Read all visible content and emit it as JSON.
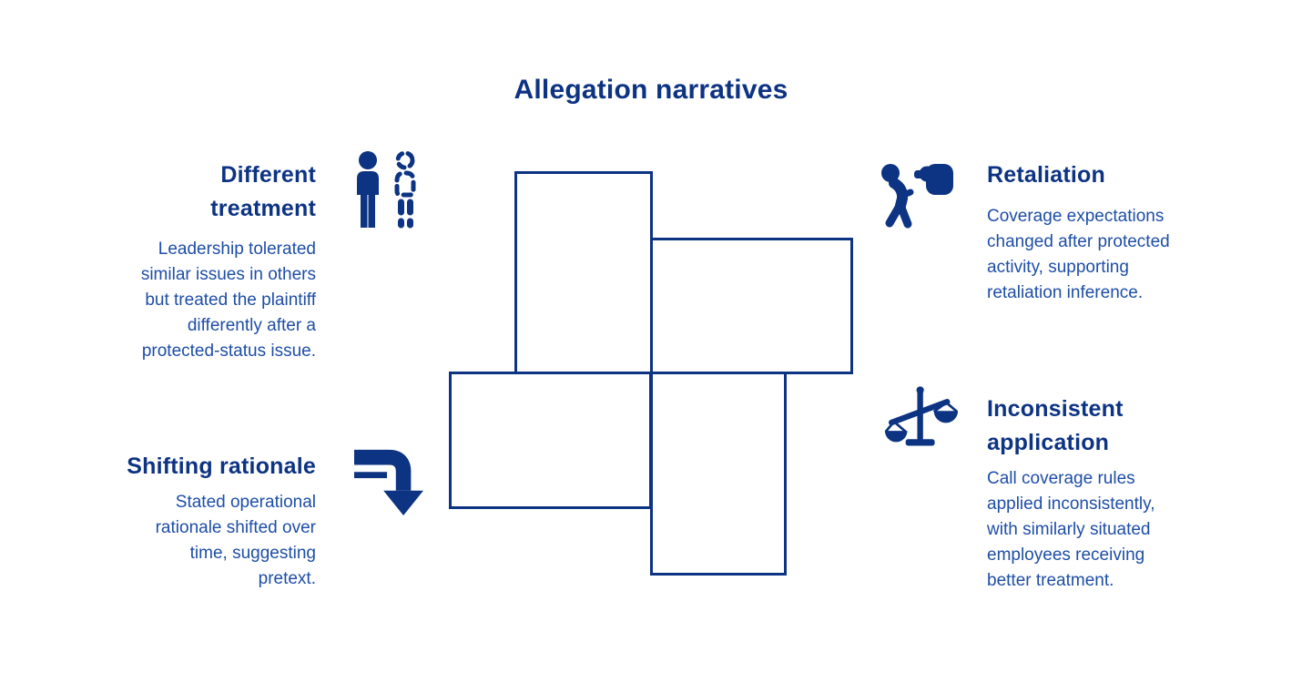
{
  "title": "Allegation narratives",
  "colors": {
    "primary": "#0d3383",
    "body_text": "#1e4ea6",
    "background": "#ffffff"
  },
  "quadrants": {
    "different_treatment": {
      "heading_lines": [
        "Different",
        "treatment"
      ],
      "body_lines": [
        "Leadership tolerated",
        "similar issues in others",
        "but treated the plaintiff",
        "differently after a",
        "protected-status issue."
      ],
      "icon": "person-comparison-icon"
    },
    "retaliation": {
      "heading_lines": [
        "Retaliation"
      ],
      "body_lines": [
        "Coverage expectations",
        "changed after protected",
        "activity, supporting",
        "retaliation inference."
      ],
      "icon": "person-punched-icon"
    },
    "shifting_rationale": {
      "heading_lines": [
        "Shifting rationale"
      ],
      "body_lines": [
        "Stated operational",
        "rationale shifted over",
        "time, suggesting",
        "pretext."
      ],
      "icon": "arrow-turn-down-icon"
    },
    "inconsistent_application": {
      "heading_lines": [
        "Inconsistent",
        "application"
      ],
      "body_lines": [
        "Call coverage rules",
        "applied inconsistently,",
        "with similarly situated",
        "employees receiving",
        "better treatment."
      ],
      "icon": "unbalanced-scales-icon"
    }
  }
}
